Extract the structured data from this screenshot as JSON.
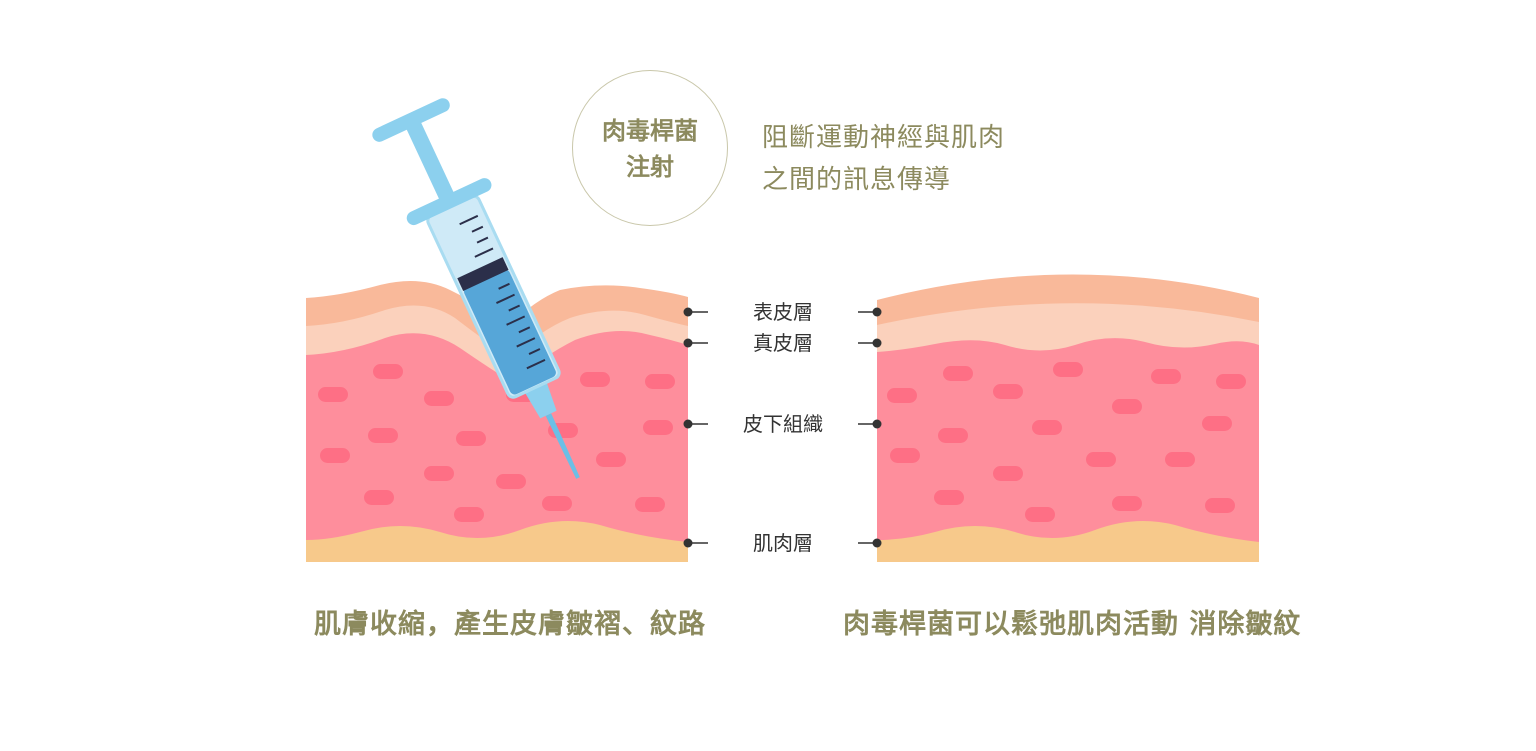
{
  "injection_title": "肉毒桿菌\n注射",
  "injection_title_line1": "肉毒桿菌",
  "injection_title_line2": "注射",
  "description_line1": "阻斷運動神經與肌肉",
  "description_line2": "之間的訊息傳導",
  "layer_labels": {
    "epidermis": "表皮層",
    "dermis": "真皮層",
    "subcutaneous": "皮下組織",
    "muscle": "肌肉層"
  },
  "captions": {
    "left": "肌膚收縮，產生皮膚皺褶、紋路",
    "right": "肉毒桿菌可以鬆弛肌肉活動 消除皺紋"
  },
  "colors": {
    "epidermis": "#f9b99a",
    "dermis": "#fbd1bc",
    "subcutaneous": "#fe8e9c",
    "cells": "#fe6f85",
    "muscle": "#f7c98b",
    "syringe_light": "#a9dcf1",
    "syringe_liquid": "#56a6d8",
    "text_olive": "#8c8a5e"
  }
}
